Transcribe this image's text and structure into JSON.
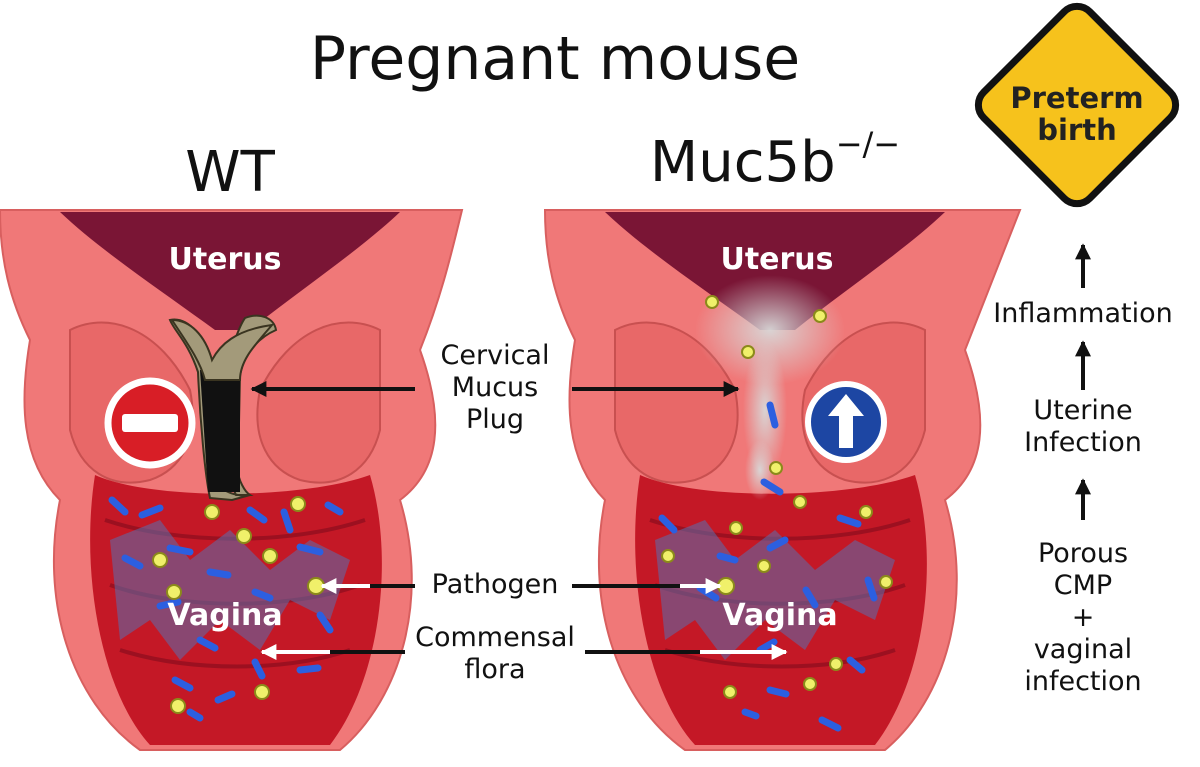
{
  "title": "Pregnant mouse",
  "conditions": {
    "wt": "WT",
    "ko": {
      "base": "Muc5b",
      "superscript": "−/−"
    }
  },
  "organs": {
    "uterus": "Uterus",
    "vagina": "Vagina"
  },
  "center_labels": {
    "plug": [
      "Cervical",
      "Mucus",
      "Plug"
    ],
    "pathogen": "Pathogen",
    "flora": [
      "Commensal",
      "flora"
    ]
  },
  "sign": [
    "Preterm",
    "birth"
  ],
  "cascade": {
    "inflammation": "Inflammation",
    "uterine_infection": [
      "Uterine",
      "Infection"
    ],
    "cause": [
      "Porous",
      "CMP",
      "+",
      "vaginal",
      "infection"
    ]
  },
  "colors": {
    "tissue": "#f07878",
    "lumen": "#c41826",
    "cavity": "#7a1535",
    "plug": "#a39a7a",
    "pathogen": "#f0f06a",
    "flora": "#2c5fe0",
    "stop_sign": "#d81e26",
    "increase_sign": "#1d46a3",
    "warning_sign": "#f6c21c"
  },
  "icons": [
    "no-entry-icon",
    "up-arrow-sign-icon",
    "warning-diamond-icon"
  ]
}
